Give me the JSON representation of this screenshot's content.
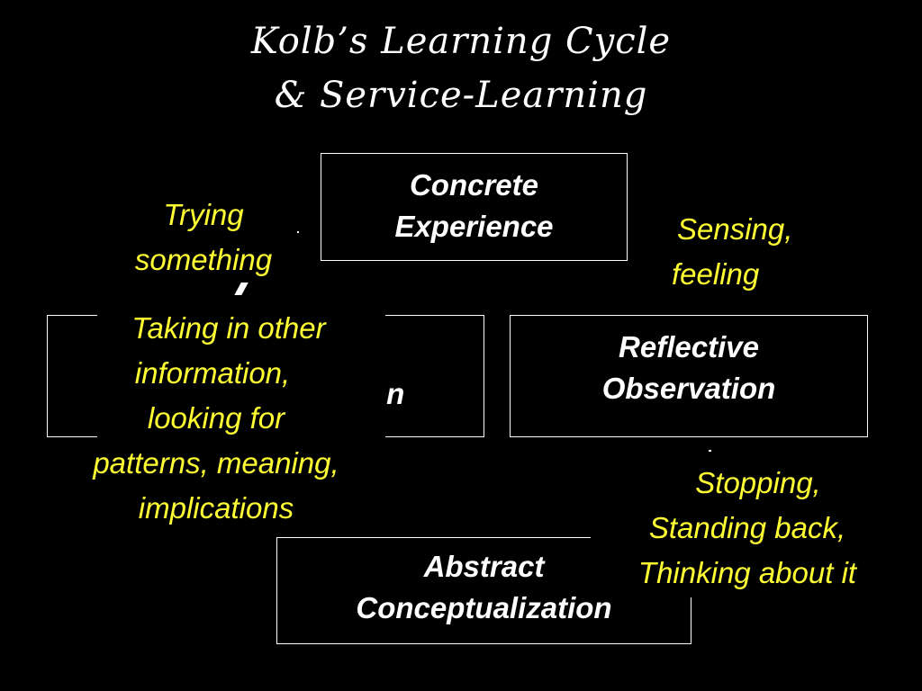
{
  "title": {
    "line1": "Kolb’s Learning Cycle",
    "line2": "& Service-Learning"
  },
  "boxes": {
    "concrete_experience": [
      "Concrete",
      "Experience"
    ],
    "reflective_observation": [
      "Reflective",
      "Observation"
    ],
    "abstract_conceptualization": [
      "Abstract",
      "Conceptualization"
    ],
    "active_experimentation_visible": "on"
  },
  "notes": {
    "trying": [
      "Trying",
      "something"
    ],
    "sensing": [
      "Sensing,",
      "feeling"
    ],
    "taking": [
      "Taking in other",
      "information,",
      "looking for",
      "patterns, meaning,",
      "implications"
    ],
    "stopping": [
      "Stopping,",
      "Standing back,",
      "Thinking about it"
    ]
  },
  "colors": {
    "background": "#000000",
    "box_text": "#ffffff",
    "annotation_text": "#ffff33"
  }
}
